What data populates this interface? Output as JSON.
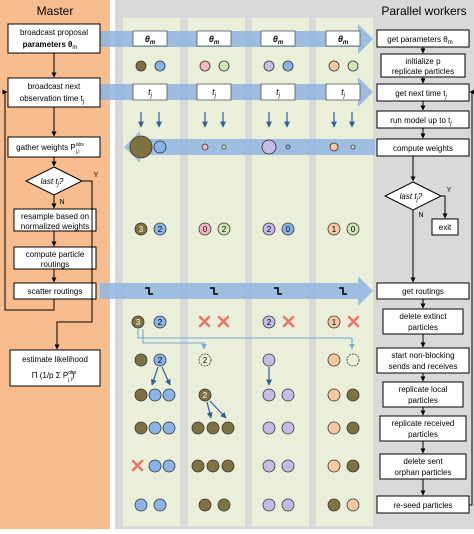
{
  "headers": {
    "master": "Master",
    "workers": "Parallel workers"
  },
  "theta": "θ",
  "theta_sub": "m",
  "time_label": "t",
  "time_sub": "j",
  "master_boxes": {
    "broadcast_params": [
      "broadcast proposal",
      "parameters θ"
    ],
    "broadcast_time": [
      "broadcast next",
      "observation time t"
    ],
    "gather_weights": "gather weights P",
    "weights_sup": "obs",
    "weights_sub": "j,i",
    "last": "last t",
    "yes": "Y",
    "no": "N",
    "resample": [
      "resample based on",
      "normalized weights"
    ],
    "compute_routings": [
      "compute particle",
      "routings"
    ],
    "scatter": "scatter routings",
    "estimate": [
      "estimate likelihood",
      "Π (1/p Σ P"
    ],
    "estimate_tail": ")"
  },
  "worker_boxes": {
    "get_params": "get parameters θ",
    "init": [
      "initialize p",
      "replicate particles"
    ],
    "get_time": "get next time t",
    "run_model": "run model up to t",
    "compute_weights": "compute weights",
    "last": "last t",
    "yes": "Y",
    "no": "N",
    "exit": "exit",
    "get_routings": "get routings",
    "delete_extinct": [
      "delete extinct",
      "particles"
    ],
    "start_sends": [
      "start non-blocking",
      "sends and receives"
    ],
    "replicate_local": [
      "replicate local",
      "particles"
    ],
    "replicate_received": [
      "replicate received",
      "particles"
    ],
    "delete_sent": [
      "delete sent",
      "orphan particles"
    ],
    "reseed": "re-seed particles"
  },
  "particle_counts": {
    "c1": [
      "3",
      "2"
    ],
    "c2": [
      "0",
      "2"
    ],
    "c3": [
      "2",
      "0"
    ],
    "c4": [
      "1",
      "0"
    ],
    "row2": [
      "3",
      "2",
      "2",
      "1"
    ],
    "row3": [
      "2",
      "2"
    ],
    "row4": [
      "2"
    ]
  },
  "colors": {
    "master_bg": "#f8bd8e",
    "workers_bg": "#d9d9d9",
    "column_bg": "#e9efd9",
    "arrow": "#7da7d9",
    "olive": "#7e7240",
    "blue": "#8ab4e8",
    "pink": "#f4b6c2",
    "green": "#cfe7b2",
    "lavender": "#c6bae6",
    "peach": "#f8c9a0",
    "cross": "#ec7365"
  }
}
